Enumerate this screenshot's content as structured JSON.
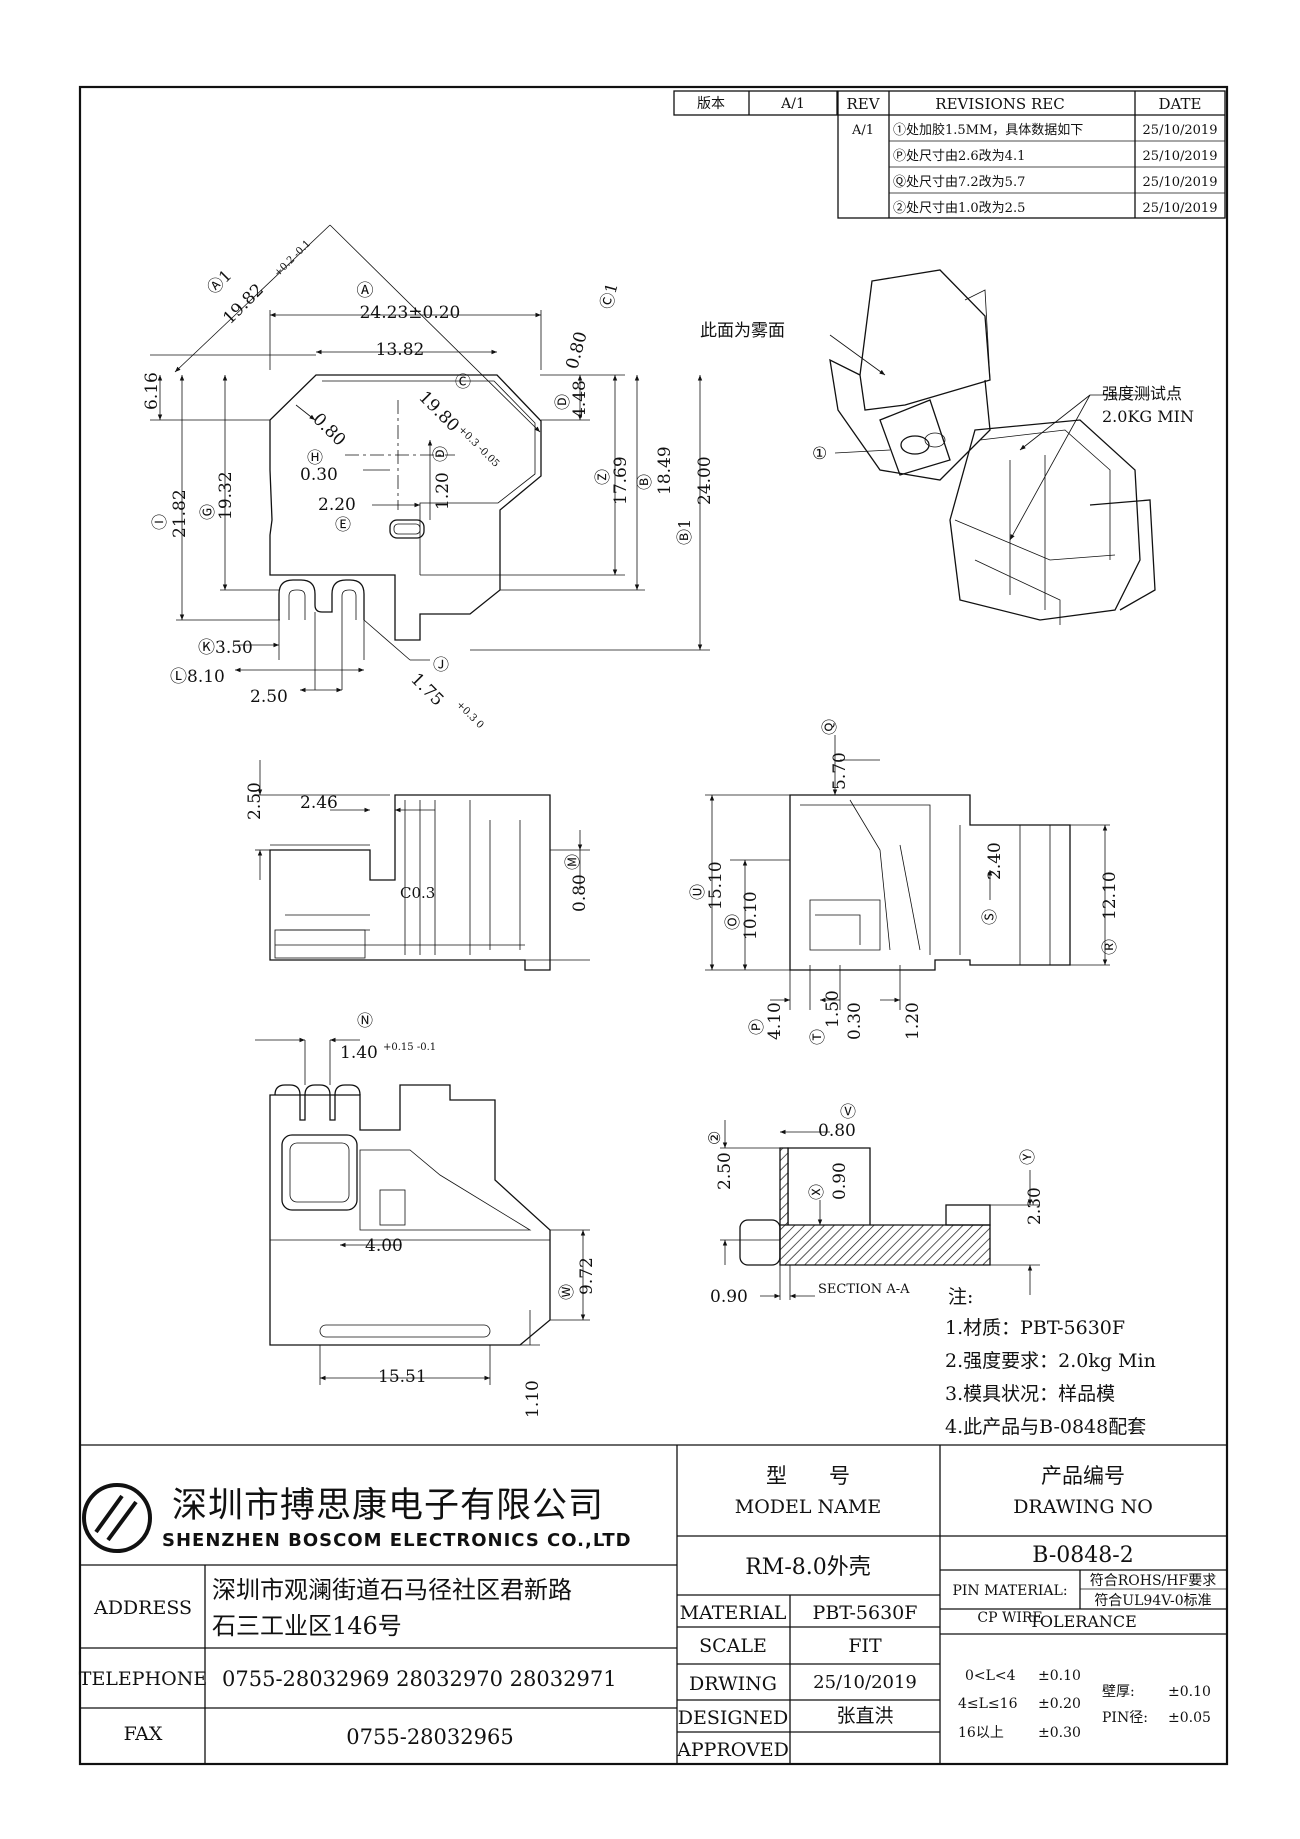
{
  "version_box": {
    "label": "版本",
    "value": "A/1"
  },
  "revisions": {
    "headers": [
      "REV",
      "REVISIONS REC",
      "DATE"
    ],
    "rows": [
      {
        "rev": "A/1",
        "text": "①处加胶1.5MM，具体数据如下",
        "date": "25/10/2019"
      },
      {
        "rev": "",
        "text": "Ⓟ处尺寸由2.6改为4.1",
        "date": "25/10/2019"
      },
      {
        "rev": "",
        "text": "Ⓠ处尺寸由7.2改为5.7",
        "date": "25/10/2019"
      },
      {
        "rev": "",
        "text": "②处尺寸由1.0改为2.5",
        "date": "25/10/2019"
      }
    ]
  },
  "top_view": {
    "dims": {
      "a1": "Ⓐ1",
      "a1_val": "19.82",
      "a1_tol": "+0.2 -0.1",
      "a": "Ⓐ",
      "a_val": "24.23±0.20",
      "c1": "Ⓒ1",
      "c1_val": "0.80",
      "w1382": "13.82",
      "v616": "6.16",
      "c": "Ⓒ",
      "c_val": "19.80",
      "c_tol": "+0.3 -0.05",
      "d": "Ⓓ",
      "v448": "4.48",
      "v080": "0.80",
      "h": "Ⓗ",
      "v030": "0.30",
      "v120": "1.20",
      "z": "Ⓩ",
      "v1769": "17.69",
      "b": "Ⓑ",
      "v1849": "18.49",
      "b1": "Ⓑ1",
      "v2400": "24.00",
      "i": "Ⓘ",
      "v2182": "21.82",
      "g": "Ⓖ",
      "v1932": "19.32",
      "v220": "2.20",
      "e": "Ⓔ",
      "k": "Ⓚ3.50",
      "l": "Ⓛ8.10",
      "v250": "2.50",
      "j": "Ⓙ",
      "v175": "1.75",
      "v175_tol": "+0.3 0"
    }
  },
  "iso_view": {
    "note_matte": "此面为雾面",
    "strength_test": "强度测试点",
    "strength_val": "2.0KG MIN",
    "callout": "①"
  },
  "side_view_left": {
    "v250": "2.50",
    "v246": "2.46",
    "co3": "C0.3",
    "m": "Ⓜ",
    "v080": "0.80"
  },
  "side_view_right": {
    "q": "Ⓠ",
    "v570": "5.70",
    "u": "Ⓤ",
    "v1510": "15.10",
    "o": "Ⓞ",
    "v1010": "10.10",
    "v240": "2.40",
    "s": "Ⓢ",
    "v1210": "12.10",
    "r": "Ⓡ",
    "p": "Ⓟ",
    "v410": "4.10",
    "t": "Ⓣ",
    "v150": "1.50",
    "v030": "0.30",
    "v120": "1.20"
  },
  "bottom_view": {
    "n": "Ⓝ",
    "v140": "1.40",
    "v140_tol": "+0.15 -0.1",
    "v400": "4.00",
    "w": "Ⓦ",
    "v972": "9.72",
    "v1551": "15.51",
    "v110": "1.10"
  },
  "section_view": {
    "v": "Ⓥ",
    "v080": "0.80",
    "two": "②",
    "v250": "2.50",
    "x": "Ⓧ",
    "v090": "0.90",
    "y": "Ⓨ",
    "v230": "2.30",
    "v090b": "0.90",
    "label": "SECTION A-A"
  },
  "notes": {
    "title": "注:",
    "items": [
      "1.材质：PBT-5630F",
      "2.强度要求：2.0kg Min",
      "3.模具状况：样品模",
      "4.此产品与B-0848配套"
    ]
  },
  "title_block": {
    "company_cn": "深圳市搏思康电子有限公司",
    "company_en": "SHENZHEN BOSCOM ELECTRONICS CO.,LTD",
    "address_label": "ADDRESS",
    "address_line1": "深圳市观澜街道石马径社区君新路",
    "address_line2": "石三工业区146号",
    "telephone_label": "TELEPHONE",
    "telephone": "0755-28032969 28032970 28032971",
    "fax_label": "FAX",
    "fax": "0755-28032965",
    "model_cn": "型　　号",
    "model_en": "MODEL NAME",
    "model_value": "RM-8.0外壳",
    "drawing_cn": "产品编号",
    "drawing_en": "DRAWING NO",
    "drawing_value": "B-0848-2",
    "material_label": "MATERIAL",
    "material_value": "PBT-5630F",
    "scale_label": "SCALE",
    "scale_value": "FIT",
    "drwing_label": "DRWING",
    "drwing_value": "25/10/2019",
    "designed_label": "DESIGNED",
    "designed_value": "张直洪",
    "approved_label": "APPROVED",
    "pin_material_label": "PIN MATERIAL:",
    "pin_material_value": "符合ROHS/HF要求",
    "cp_wire_label": "CP WIRE",
    "cp_wire_value": "符合UL94V-0标准",
    "tolerance_label": "TOLERANCE",
    "tol_rows": [
      {
        "range": "0<L<4",
        "val": "±0.10"
      },
      {
        "range": "4≤L≤16",
        "val": "±0.20"
      },
      {
        "range": "16以上",
        "val": "±0.30"
      }
    ],
    "wall_label": "壁厚:",
    "wall_val": "±0.10",
    "pin_label": "PIN径:",
    "pin_val": "±0.05"
  }
}
